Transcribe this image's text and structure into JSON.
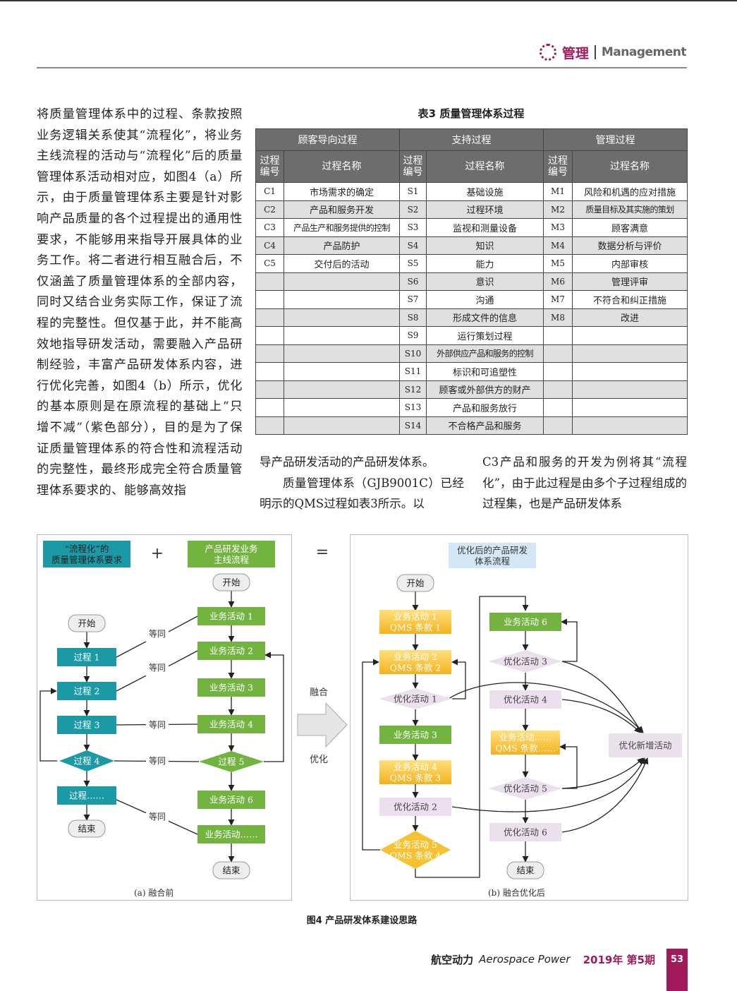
{
  "header": {
    "section_cn": "管理",
    "section_en": "Management"
  },
  "left_text": "将质量管理体系中的过程、条款按照业务逻辑关系使其“流程化”，将业务主线流程的活动与“流程化”后的质量管理体系活动相对应，如图4（a）所示，由于质量管理体系主要是针对影响产品质量的各个过程提出的通用性要求，不能够用来指导开展具体的业务工作。将二者进行相互融合后，不仅涵盖了质量管理体系的全部内容，同时又结合业务实际工作，保证了流程的完整性。但仅基于此，并不能高效地指导研发活动，需要融入产品研制经验，丰富产品研发体系内容，进行优化完善，如图4（b）所示，优化的基本原则是在原流程的基础上“只增不减”（紫色部分），目的是为了保证质量管理体系的符合性和流程活动的完整性，最终形成完全符合质量管理体系要求的、能够高效指",
  "table": {
    "title": "表3  质量管理体系过程",
    "groups": [
      "顾客导向过程",
      "支持过程",
      "管理过程"
    ],
    "col_code": "过程编号",
    "col_name": "过程名称",
    "rows": [
      [
        "C1",
        "市场需求的确定",
        "S1",
        "基础设施",
        "M1",
        "风险和机遇的应对措施"
      ],
      [
        "C2",
        "产品和服务开发",
        "S2",
        "过程环境",
        "M2",
        "质量目标及其实施的策划"
      ],
      [
        "C3",
        "产品生产和服务提供的控制",
        "S3",
        "监视和测量设备",
        "M3",
        "顾客满意"
      ],
      [
        "C4",
        "产品防护",
        "S4",
        "知识",
        "M4",
        "数据分析与评价"
      ],
      [
        "C5",
        "交付后的活动",
        "S5",
        "能力",
        "M5",
        "内部审核"
      ],
      [
        "",
        "",
        "S6",
        "意识",
        "M6",
        "管理评审"
      ],
      [
        "",
        "",
        "S7",
        "沟通",
        "M7",
        "不符合和纠正措施"
      ],
      [
        "",
        "",
        "S8",
        "形成文件的信息",
        "M8",
        "改进"
      ],
      [
        "",
        "",
        "S9",
        "运行策划过程",
        "",
        ""
      ],
      [
        "",
        "",
        "S10",
        "外部供应产品和服务的控制",
        "",
        ""
      ],
      [
        "",
        "",
        "S11",
        "标识和可追塑性",
        "",
        ""
      ],
      [
        "",
        "",
        "S12",
        "顾客或外部供方的财产",
        "",
        ""
      ],
      [
        "",
        "",
        "S13",
        "产品和服务放行",
        "",
        ""
      ],
      [
        "",
        "",
        "S14",
        "不合格产品和服务",
        "",
        ""
      ]
    ]
  },
  "mid_text_1": "导产品研发活动的产品研发体系。",
  "mid_text_2": "质量管理体系（GJB9001C）已经明示的QMS过程如表3所示。以",
  "right_text": "C3产品和服务的开发为例将其“流程化”，由于此过程是由多个子过程组成的过程集，也是产品研发体系",
  "figure": {
    "caption": "图4  产品研发体系建设思路",
    "sub_a": "(a) 融合前",
    "sub_b": "(b) 融合优化后",
    "plus": "+",
    "equals": "=",
    "merge_top": "融合",
    "merge_bottom": "优化",
    "title_qms": [
      "“流程化”的",
      "质量管理体系要求"
    ],
    "title_main": [
      "产品研发业务",
      "主线流程"
    ],
    "title_opt": [
      "优化后的产品研发",
      "体系流程"
    ],
    "start": "开始",
    "end": "结束",
    "equal_label": "等同",
    "qms_steps": [
      "过程 1",
      "过程 2",
      "过程 3",
      "过程 4",
      "过程……"
    ],
    "main_steps": [
      "业务活动 1",
      "业务活动 2",
      "业务活动 3",
      "业务活动 4",
      "过程 5",
      "业务活动 6",
      "业务活动……"
    ],
    "opt_left": [
      [
        "业务活动 1",
        "QMS 条款 1"
      ],
      [
        "业务活动 2",
        "QMS 条款 2"
      ],
      [
        "优化活动 1"
      ],
      [
        "业务活动 3"
      ],
      [
        "业务活动 4",
        "QMS 条款 3"
      ],
      [
        "优化活动 2"
      ],
      [
        "业务活动 5",
        "QMS 条款 4"
      ]
    ],
    "opt_right": [
      [
        "业务活动 6"
      ],
      [
        "优化活动 3"
      ],
      [
        "优化活动 4"
      ],
      [
        "业务活动……",
        "QMS 条款……"
      ],
      [
        "优化活动 5"
      ],
      [
        "优化活动 6"
      ]
    ],
    "new_activity": "优化新增活动",
    "colors": {
      "teal": "#1b9aa6",
      "green": "#73b441",
      "yellow": "#f6c232",
      "lavender": "#ece0ef",
      "lightblue": "#d4e7f6"
    }
  },
  "footer": {
    "journal_cn": "航空动力",
    "journal_en": "Aerospace Power",
    "issue": "2019年 第5期",
    "page": "53"
  }
}
